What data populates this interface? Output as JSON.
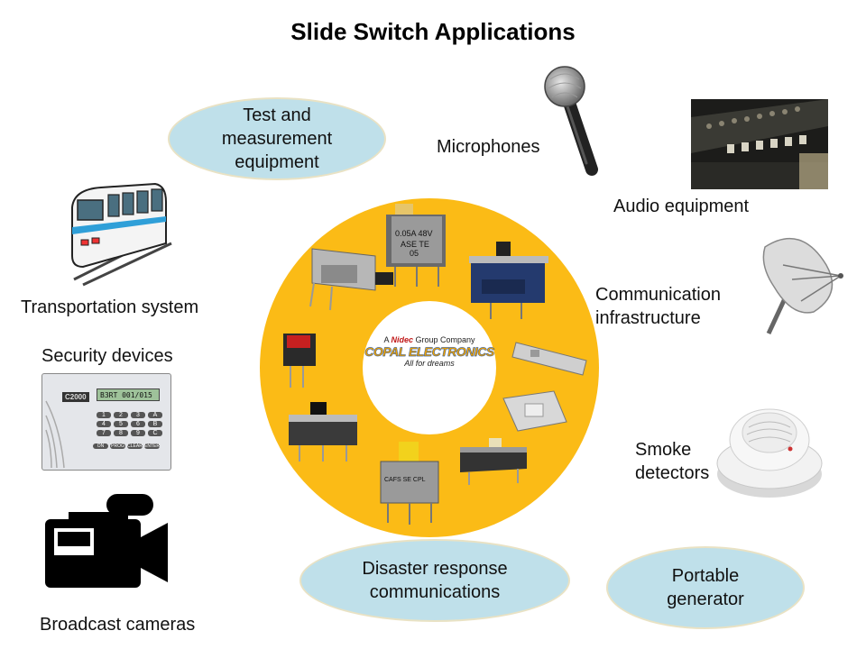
{
  "title": "Slide Switch Applications",
  "center": {
    "logo_prefix": "A",
    "logo_brand": "Nidec",
    "logo_suffix": "Group Company",
    "logo_name": "COPAL ELECTRONICS",
    "logo_tagline": "All for dreams"
  },
  "applications": {
    "test_line1": "Test and",
    "test_line2": "measurement",
    "test_line3": "equipment",
    "microphones": "Microphones",
    "audio": "Audio equipment",
    "comm_line1": "Communication",
    "comm_line2": "infrastructure",
    "transport": "Transportation system",
    "security": "Security devices",
    "smoke_line1": "Smoke",
    "smoke_line2": "detectors",
    "disaster_line1": "Disaster response",
    "disaster_line2": "communications",
    "portable_line1": "Portable",
    "portable_line2": "generator",
    "broadcast": "Broadcast cameras"
  },
  "security_panel": {
    "brand": "C2000",
    "display": "B3RT  001/015",
    "keys": [
      "1",
      "2",
      "3",
      "A",
      "4",
      "5",
      "6",
      "B",
      "7",
      "8",
      "9",
      "C"
    ],
    "bottom_keys": [
      "ON",
      "PROG",
      "CLEAR",
      "ENTER"
    ]
  },
  "switch_markings": {
    "top": "0.05A 48V",
    "top2": "ASE TE",
    "top3": "05",
    "bottom": "CAFS SE CPL"
  },
  "colors": {
    "ring": "#fbbb16",
    "oval_fill": "#bfe0ea",
    "oval_border": "#e9e2c4"
  }
}
